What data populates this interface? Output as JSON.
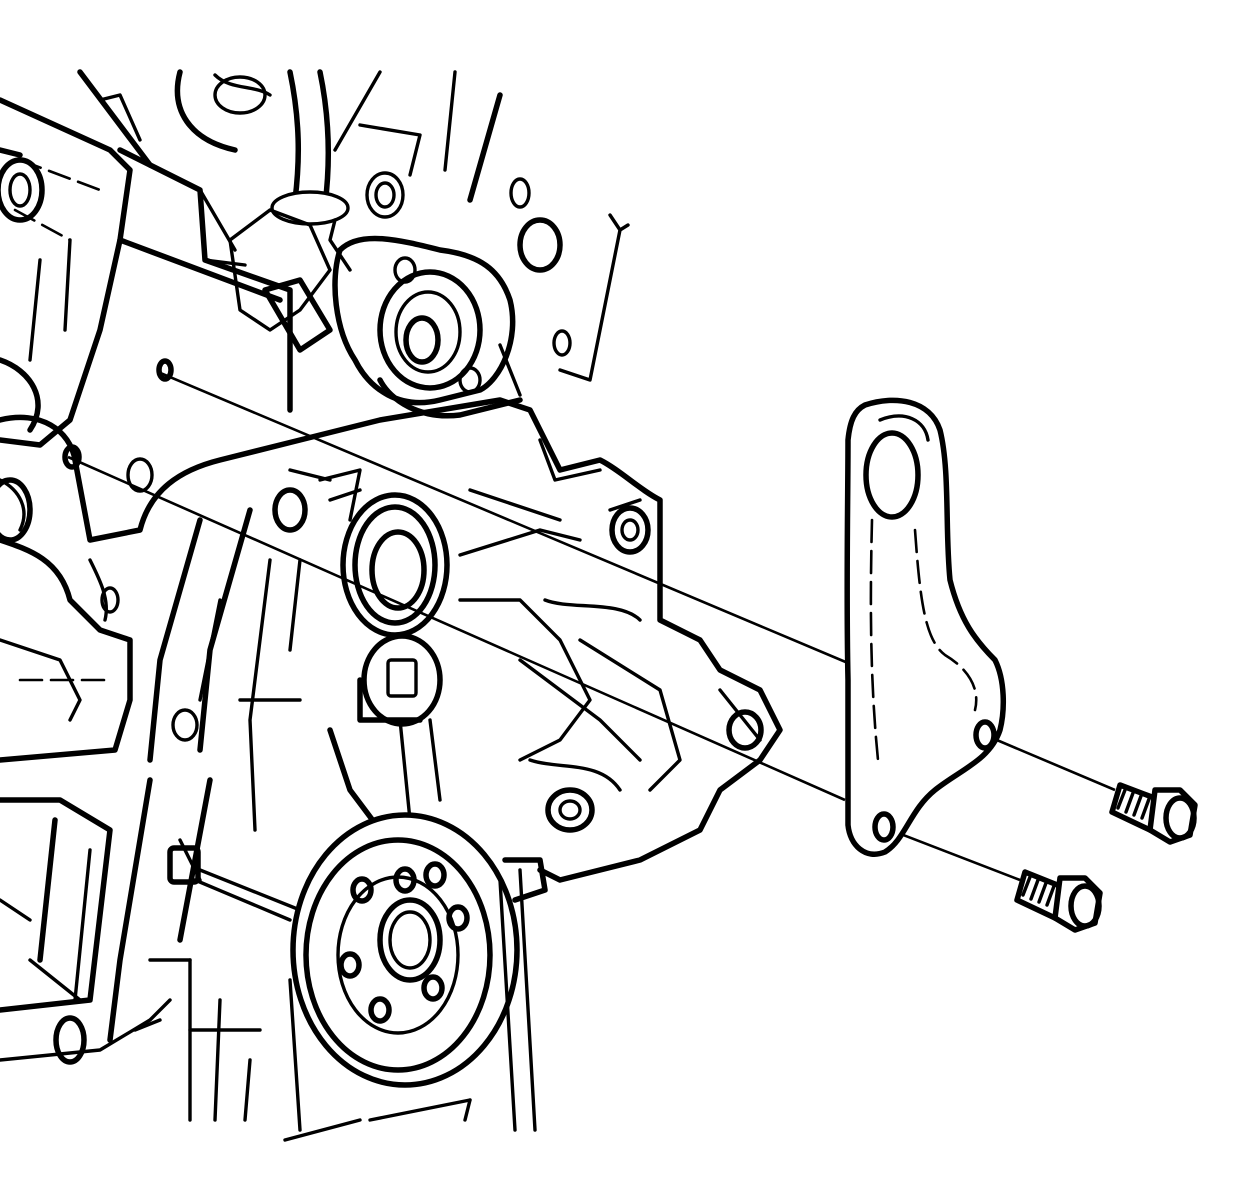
{
  "figure": {
    "colors": {
      "line": "#000000",
      "background": "#ffffff"
    },
    "parts": [
      "engine-block",
      "water-pump",
      "crankshaft-pulley",
      "mounting-bracket",
      "bolt-upper",
      "bolt-lower"
    ]
  }
}
